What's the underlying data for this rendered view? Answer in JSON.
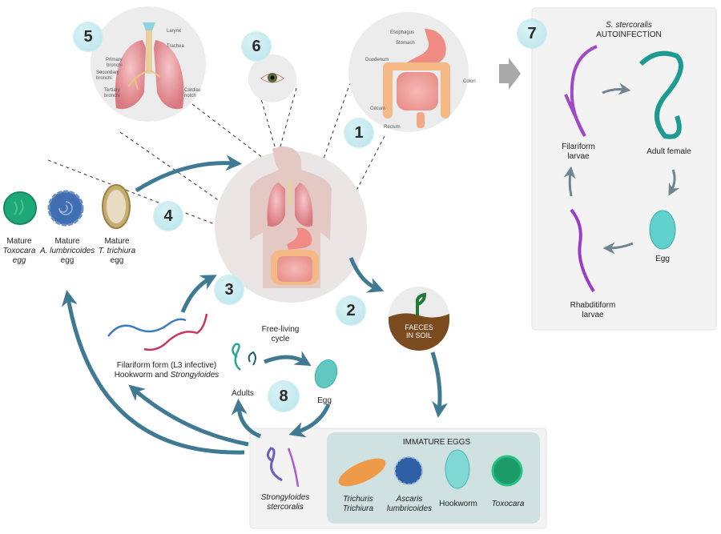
{
  "steps": {
    "s1": "1",
    "s2": "2",
    "s3": "3",
    "s4": "4",
    "s5": "5",
    "s6": "6",
    "s7": "7",
    "s8": "8"
  },
  "lungs_panel": {
    "labels": {
      "larynx": "Larynx",
      "trachea": "Trachea",
      "primary": "Primary bronchi",
      "primary_l1": "Primary",
      "primary_l2": "bronchi",
      "secondary_l1": "Secondary",
      "secondary_l2": "bronchi",
      "tertiary_l1": "Tertiary",
      "tertiary_l2": "bronchi",
      "cardiac_l1": "Cardiac",
      "cardiac_l2": "notch"
    }
  },
  "gut_panel": {
    "labels": {
      "esophagus": "Esophagus",
      "stomach": "Stomach",
      "duodenum": "Duodenum",
      "colon": "Colon",
      "cecum": "Cecum",
      "rectum": "Rectum"
    }
  },
  "mature_eggs": [
    {
      "l1": "Mature",
      "l2": "Toxocara",
      "l3": "egg",
      "color": "#1fa877"
    },
    {
      "l1": "Mature",
      "l2": "A. lumbricoides",
      "l3": "egg",
      "color": "#3f6fb0"
    },
    {
      "l1": "Mature",
      "l2": "T. trichiura",
      "l3": "egg",
      "color": "#b99a55"
    }
  ],
  "soil": {
    "l1": "FAECES",
    "l2": "IN SOIL"
  },
  "filariform": {
    "l1": "Filariform form (L3 infective)",
    "l2_prefix": "Hookworm and ",
    "l2_italic": "Strongyloides"
  },
  "free_living": {
    "title_l1": "Free-living",
    "title_l2": "cycle",
    "adults": "Adults",
    "egg": "Egg"
  },
  "autoinfection": {
    "title_italic": "S. stercoralis",
    "title": "AUTOINFECTION",
    "filariform_l1": "Filariform",
    "filariform_l2": "larvae",
    "adult_female": "Adult female",
    "egg": "Egg",
    "rhabditiform_l1": "Rhabditiform",
    "rhabditiform_l2": "larvae"
  },
  "bottom_panel": {
    "strongyloides_l1": "Strongyloides",
    "strongyloides_l2": "stercoralis",
    "immature_title": "IMMATURE EGGS",
    "eggs": [
      {
        "l1": "Trichuris",
        "l2": "Trichiura",
        "italic": true
      },
      {
        "l1": "Ascaris",
        "l2": "lumbricoides",
        "italic": true
      },
      {
        "l1": "Hookworm",
        "l2": "",
        "italic": false
      },
      {
        "l1": "Toxocara",
        "l2": "",
        "italic": true
      }
    ]
  },
  "colors": {
    "arrow": "#3f7a92",
    "badge": "#c6ebef",
    "panel": "#f3f3f3",
    "immature_panel": "#cfe1e0"
  }
}
